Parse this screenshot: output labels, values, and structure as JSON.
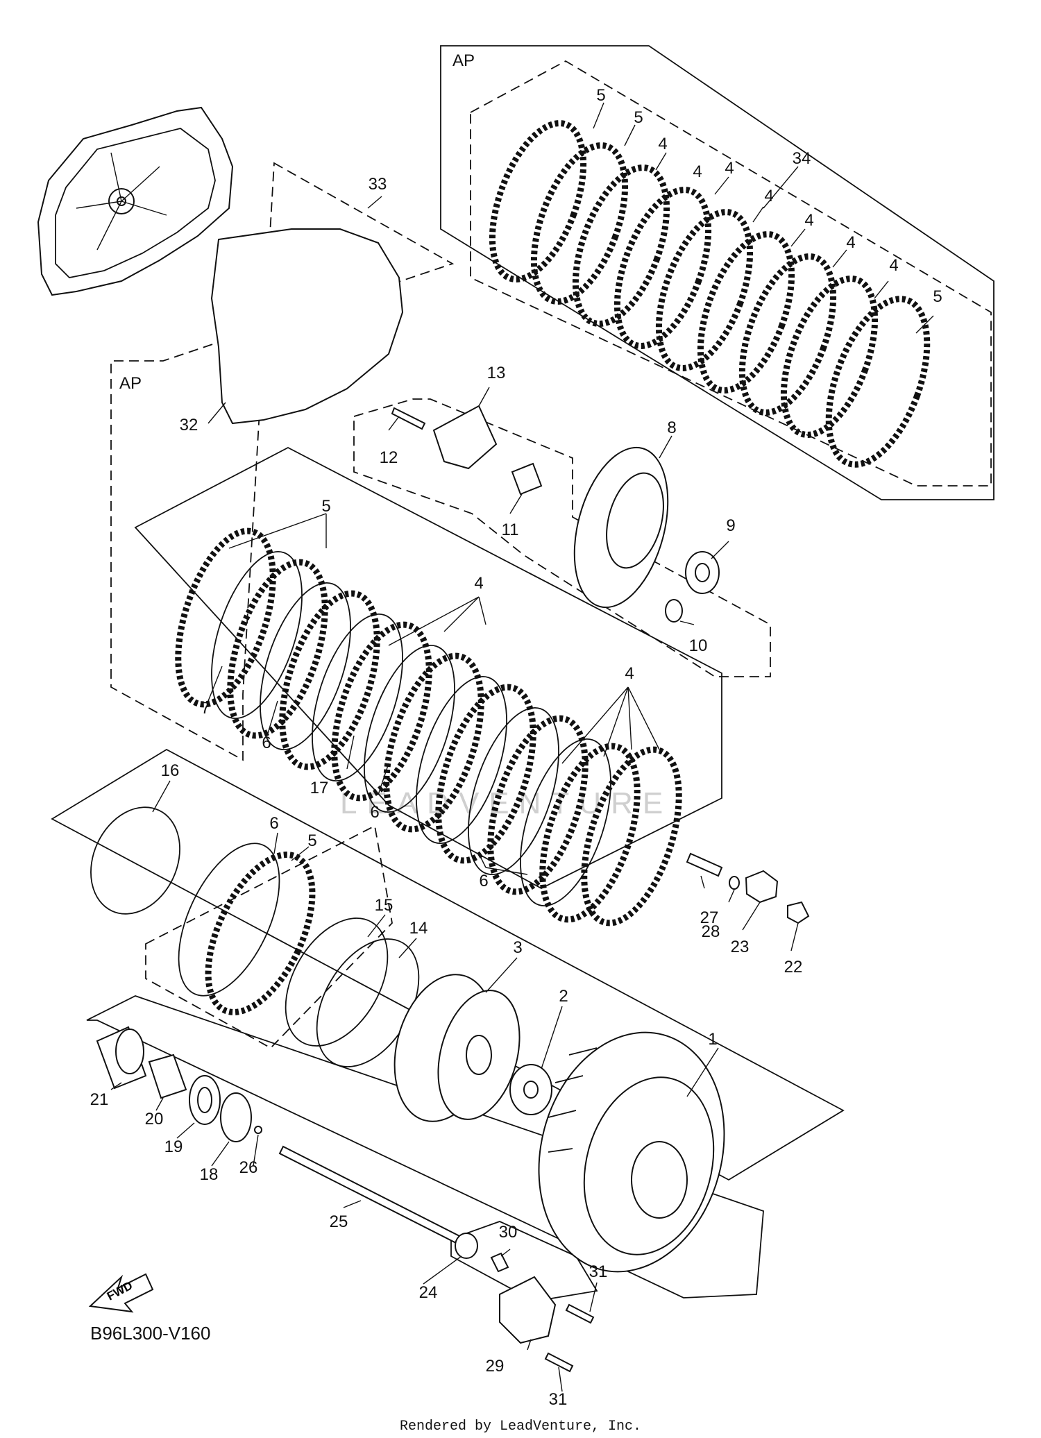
{
  "diagram_code": "B96L300-V160",
  "credit": "Rendered by LeadVenture, Inc.",
  "watermark": "LEADVENTURE",
  "fwd_label": "FWD",
  "group_labels": {
    "ap_top": "AP",
    "ap_left": "AP"
  },
  "callouts": {
    "c1": "1",
    "c2": "2",
    "c3": "3",
    "c4a": "4",
    "c4b": "4",
    "c4c": "4",
    "c4d": "4",
    "c4e": "4",
    "c4f": "4",
    "c4g": "4",
    "c4h": "4",
    "c4i": "4",
    "c5a": "5",
    "c5b": "5",
    "c5c": "5",
    "c5d": "5",
    "c5e": "5",
    "c6a": "6",
    "c6b": "6",
    "c6c": "6",
    "c6d": "6",
    "c7": "7",
    "c8": "8",
    "c9": "9",
    "c10": "10",
    "c11": "11",
    "c12": "12",
    "c13": "13",
    "c14": "14",
    "c15": "15",
    "c16": "16",
    "c17": "17",
    "c18": "18",
    "c19": "19",
    "c20": "20",
    "c21": "21",
    "c22": "22",
    "c23": "23",
    "c24": "24",
    "c25": "25",
    "c26": "26",
    "c27": "27",
    "c28": "28",
    "c29": "29",
    "c30": "30",
    "c31a": "31",
    "c31b": "31",
    "c32": "32",
    "c33": "33",
    "c34": "34"
  }
}
